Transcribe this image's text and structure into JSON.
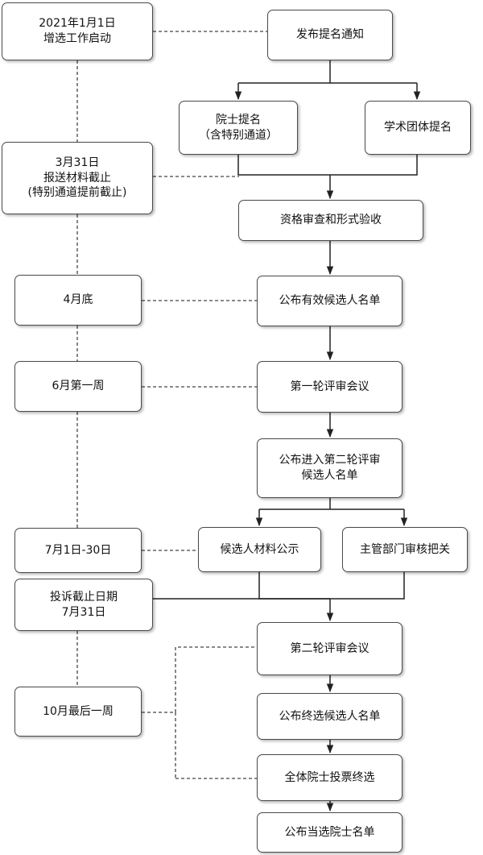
{
  "timeline": [
    {
      "id": "t-start",
      "text": "2021年1月1日\n增选工作启动"
    },
    {
      "id": "t-material-deadline",
      "text": "3月31日\n报送材料截止\n(特别通道提前截止)"
    },
    {
      "id": "t-end-april",
      "text": "4月底"
    },
    {
      "id": "t-june-week1",
      "text": "6月第一周"
    },
    {
      "id": "t-july",
      "text": "7月1日-30日"
    },
    {
      "id": "t-complaint",
      "text": "投诉截止日期\n7月31日"
    },
    {
      "id": "t-october",
      "text": "10月最后一周"
    }
  ],
  "process": [
    {
      "id": "p-notice",
      "text": "发布提名通知"
    },
    {
      "id": "p-academician-nomination",
      "text": "院士提名\n（含特别通道）"
    },
    {
      "id": "p-society-nomination",
      "text": "学术团体提名"
    },
    {
      "id": "p-qualification-review",
      "text": "资格审查和形式验收"
    },
    {
      "id": "p-valid-candidates",
      "text": "公布有效候选人名单"
    },
    {
      "id": "p-first-review",
      "text": "第一轮评审会议"
    },
    {
      "id": "p-second-round-list",
      "text": "公布进入第二轮评审\n候选人名单"
    },
    {
      "id": "p-material-publicity",
      "text": "候选人材料公示"
    },
    {
      "id": "p-department-check",
      "text": "主管部门审核把关"
    },
    {
      "id": "p-second-review",
      "text": "第二轮评审会议"
    },
    {
      "id": "p-final-candidates",
      "text": "公布终选候选人名单"
    },
    {
      "id": "p-vote",
      "text": "全体院士投票终选"
    },
    {
      "id": "p-elected",
      "text": "公布当选院士名单"
    }
  ]
}
